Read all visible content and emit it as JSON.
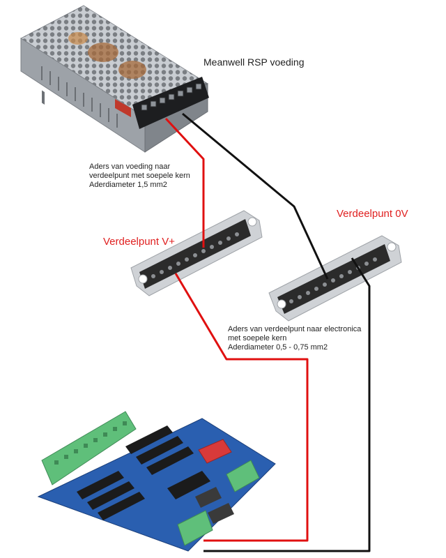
{
  "psu": {
    "title": "Meanwell RSP voeding"
  },
  "notes": {
    "psu_to_distribution": [
      "Aders van voeding naar",
      "verdeelpunt met soepele kern",
      "Aderdiameter 1,5 mm2"
    ],
    "distribution_to_electronics": [
      "Aders van verdeelpunt naar electronica",
      "met soepele kern",
      "Aderdiameter 0,5 - 0,75 mm2"
    ]
  },
  "distribution": {
    "vplus_label": "Verdeelpunt V+",
    "zero_label": "Verdeelpunt 0V"
  },
  "colors": {
    "positive_wire": "#e01010",
    "negative_wire": "#111111",
    "label_red": "#e02020",
    "psu_body": "#b9bec4",
    "board_pcb": "#2a5fb0",
    "terminal_green": "#5fbf7a",
    "connector_red": "#d83a3a"
  }
}
